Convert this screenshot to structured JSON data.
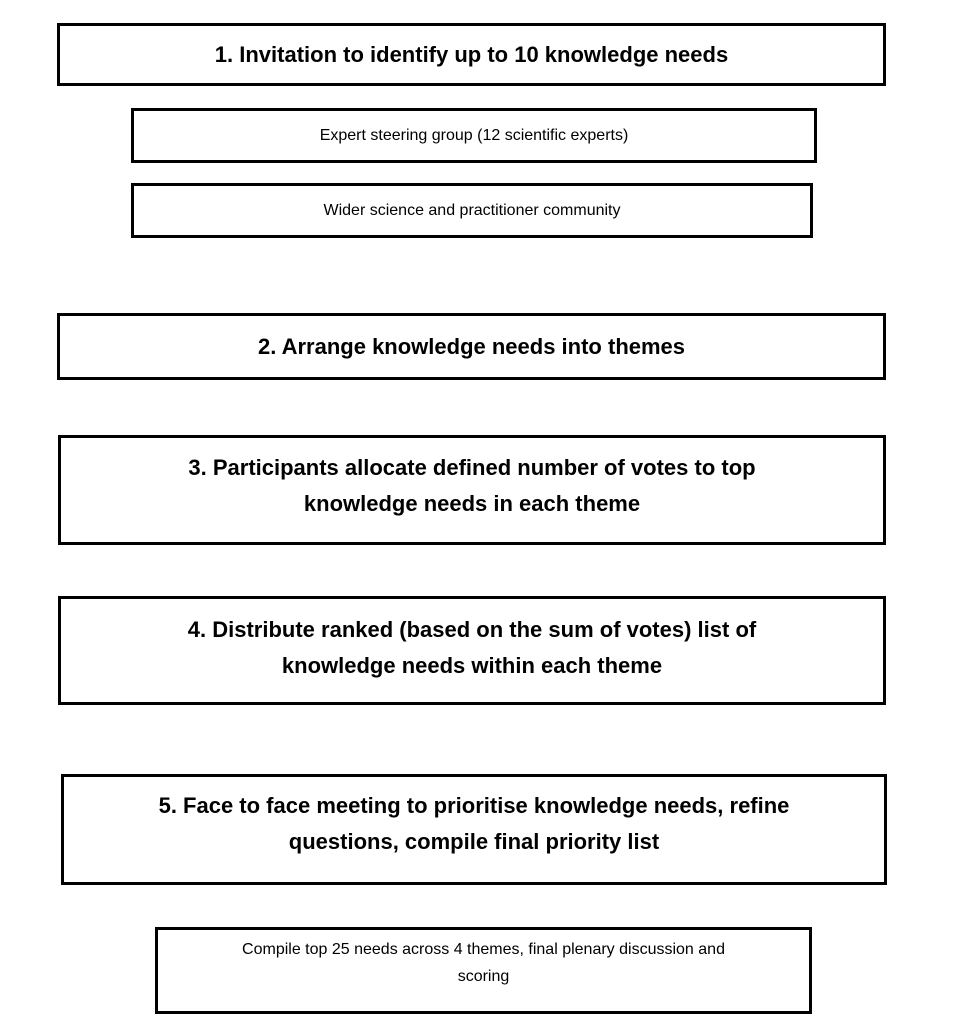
{
  "flow": {
    "background_color": "#ffffff",
    "box_border_color": "#000000",
    "text_color": "#000000",
    "boxes": [
      {
        "id": "step-1",
        "kind": "main-step",
        "lines": [
          "1. Invitation to identify up to 10 knowledge needs"
        ]
      },
      {
        "id": "substep-expert-steering-group",
        "kind": "sub-step",
        "lines": [
          "Expert steering group (12 scientific experts)"
        ]
      },
      {
        "id": "substep-wider-community",
        "kind": "sub-step",
        "lines": [
          "Wider science and practitioner community"
        ]
      },
      {
        "id": "step-2",
        "kind": "main-step",
        "lines": [
          "2. Arrange knowledge needs into themes"
        ]
      },
      {
        "id": "step-3",
        "kind": "main-step",
        "lines": [
          "3. Participants allocate defined number of votes to top",
          "knowledge needs in each theme"
        ]
      },
      {
        "id": "step-4",
        "kind": "main-step",
        "lines": [
          "4. Distribute ranked (based on the sum of votes) list of",
          "knowledge needs within each theme"
        ]
      },
      {
        "id": "step-5",
        "kind": "main-step",
        "lines": [
          "5. Face to face meeting to prioritise knowledge needs, refine",
          "questions, compile final priority list"
        ]
      },
      {
        "id": "substep-compile-top-25",
        "kind": "sub-step",
        "lines": [
          "Compile top 25 needs across 4 themes, final plenary discussion and",
          "scoring"
        ]
      }
    ]
  }
}
